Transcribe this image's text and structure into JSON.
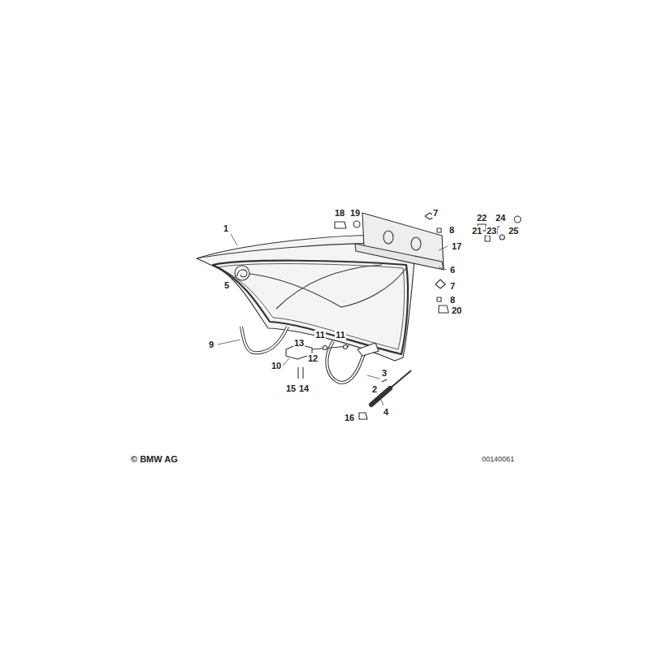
{
  "diagram": {
    "labels": [
      "22",
      "24",
      "18",
      "19",
      "7",
      "8",
      "21",
      "23",
      "25",
      "1",
      "17",
      "6",
      "5",
      "7",
      "8",
      "20",
      "9",
      "13",
      "11",
      "11",
      "10",
      "12",
      "3",
      "2",
      "15",
      "14",
      "4",
      "16",
      "© BMW AG",
      "00140061"
    ]
  }
}
